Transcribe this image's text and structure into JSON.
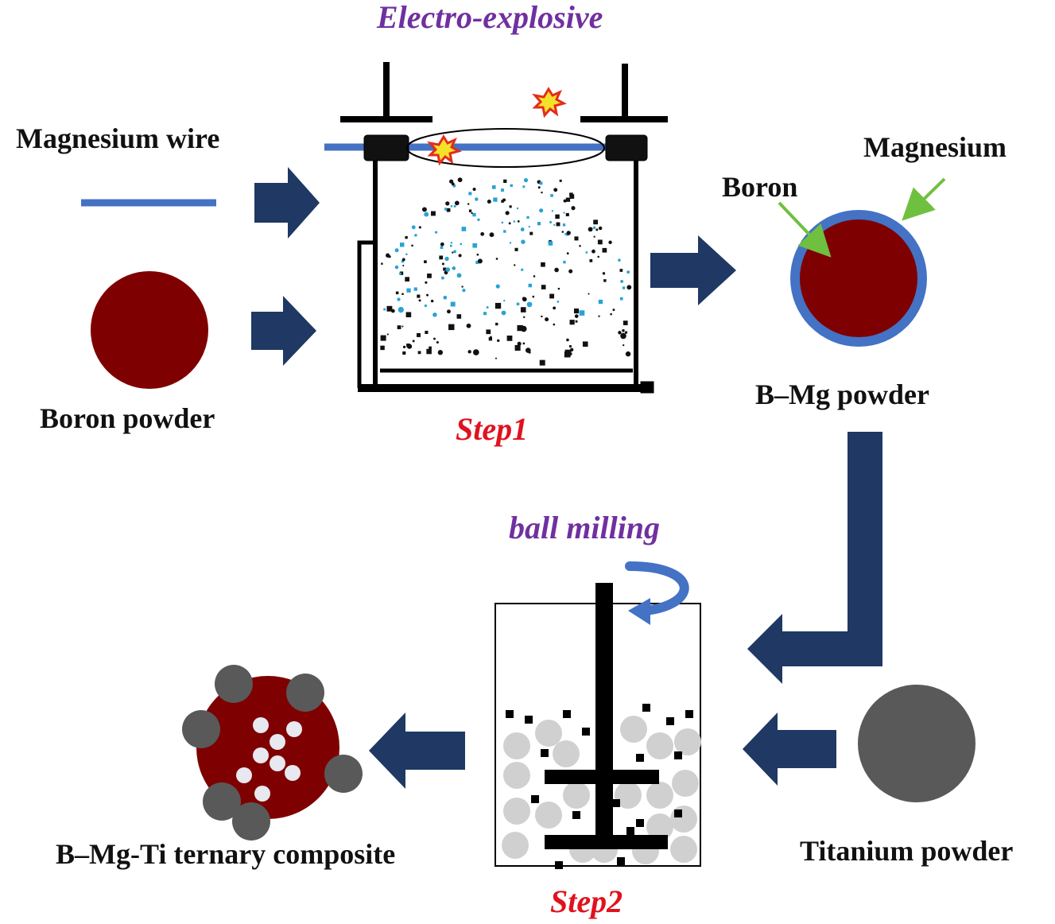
{
  "diagram": {
    "step1_method": "Electro-explosive",
    "step1_label": "Step1",
    "step2_method": "ball milling",
    "step2_label": "Step2",
    "inputs": {
      "magnesium_wire": "Magnesium wire",
      "boron_powder": "Boron powder",
      "titanium_powder": "Titanium powder"
    },
    "intermediate": {
      "core_label": "Boron",
      "shell_label": "Magnesium",
      "product": "B–Mg powder"
    },
    "final_product": "B–Mg-Ti ternary composite"
  },
  "colors": {
    "arrow": "#1f3864",
    "wire": "#4472c4",
    "boron": "#7f0000",
    "titanium": "#595959",
    "mill_balls": "#d0d0d0",
    "pointer": "#70c040",
    "method_text": "#7030a0",
    "step_text": "#e0121e"
  }
}
